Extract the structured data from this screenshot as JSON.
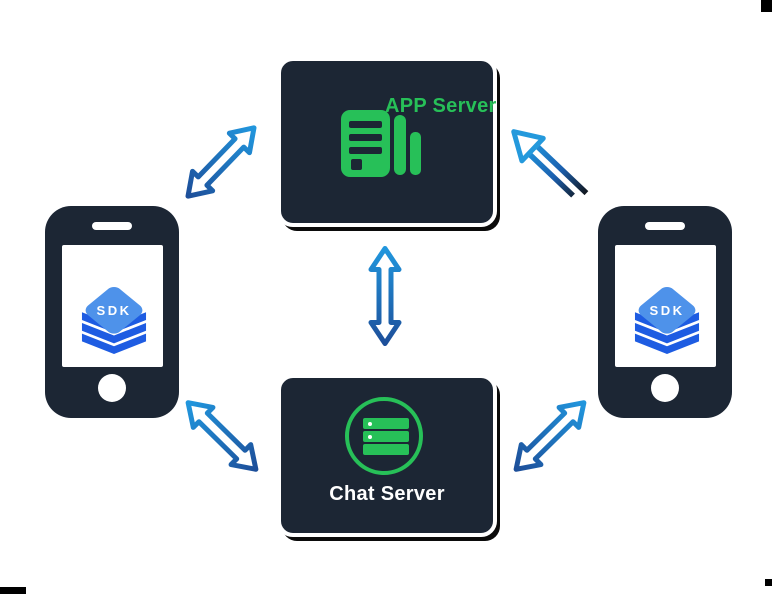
{
  "diagram": {
    "nodes": {
      "app_server": {
        "label": "APP Server",
        "icon": "server-tower-icon",
        "label_color": "#27c058",
        "bg": "#1c2634"
      },
      "chat_server": {
        "label": "Chat Server",
        "icon": "server-rack-icon",
        "label_color": "#ffffff",
        "bg": "#1c2634"
      },
      "phone_left": {
        "sdk_badge": "SDK",
        "icon": "smartphone-icon"
      },
      "phone_right": {
        "sdk_badge": "SDK",
        "icon": "smartphone-icon"
      }
    },
    "connections": [
      {
        "from": "phone_left",
        "to": "app_server",
        "style": "double-headed-arrow"
      },
      {
        "from": "phone_right",
        "to": "app_server",
        "style": "single-headed-arrow"
      },
      {
        "from": "app_server",
        "to": "chat_server",
        "style": "double-headed-arrow"
      },
      {
        "from": "phone_left",
        "to": "chat_server",
        "style": "double-headed-arrow"
      },
      {
        "from": "phone_right",
        "to": "chat_server",
        "style": "double-headed-arrow"
      }
    ],
    "colors": {
      "background": "#ffffff",
      "node_bg": "#1c2634",
      "accent_green": "#27c058",
      "arrow_blue_bright": "#2196dd",
      "arrow_blue_dark": "#1d4f9a",
      "arrow_tail_black": "#11161d",
      "sdk_diamond_blue": "#4e92ea",
      "sdk_layers_blue": "#1e5ce2"
    }
  }
}
